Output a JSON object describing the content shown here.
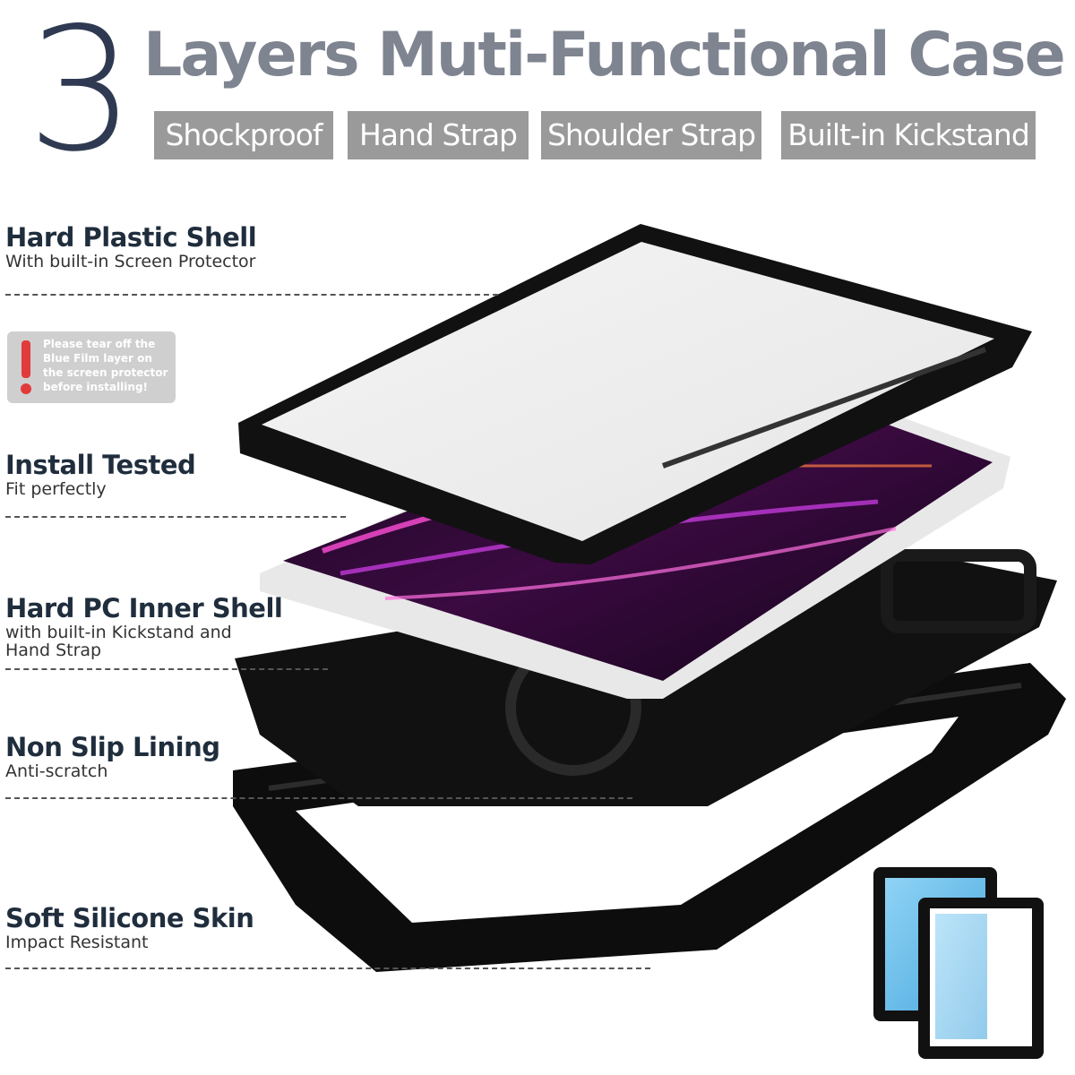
{
  "header": {
    "number": "3",
    "title": "Layers Muti-Functional Case",
    "tags": [
      "Shockproof",
      "Hand Strap",
      "Shoulder Strap",
      "Built-in Kickstand"
    ]
  },
  "layers": [
    {
      "title": "Hard Plastic Shell",
      "subtitle": "With built-in Screen Protector"
    },
    {
      "title": "Install Tested",
      "subtitle": "Fit perfectly"
    },
    {
      "title": "Hard PC Inner Shell",
      "subtitle": "with built-in Kickstand and Hand Strap"
    },
    {
      "title": "Non Slip Lining",
      "subtitle": "Anti-scratch"
    },
    {
      "title": "Soft Silicone Skin",
      "subtitle": "Impact Resistant"
    }
  ],
  "warning": {
    "text": "Please tear off the Blue Film layer on the screen protector before installing!"
  },
  "colors": {
    "title_gray": "#7f8491",
    "number_navy": "#2f3a52",
    "tag_bg": "#9a9a9a",
    "heading_navy": "#1f2d3d",
    "screen_magenta": "#c0239a",
    "film_blue": "#5ab6e6"
  }
}
